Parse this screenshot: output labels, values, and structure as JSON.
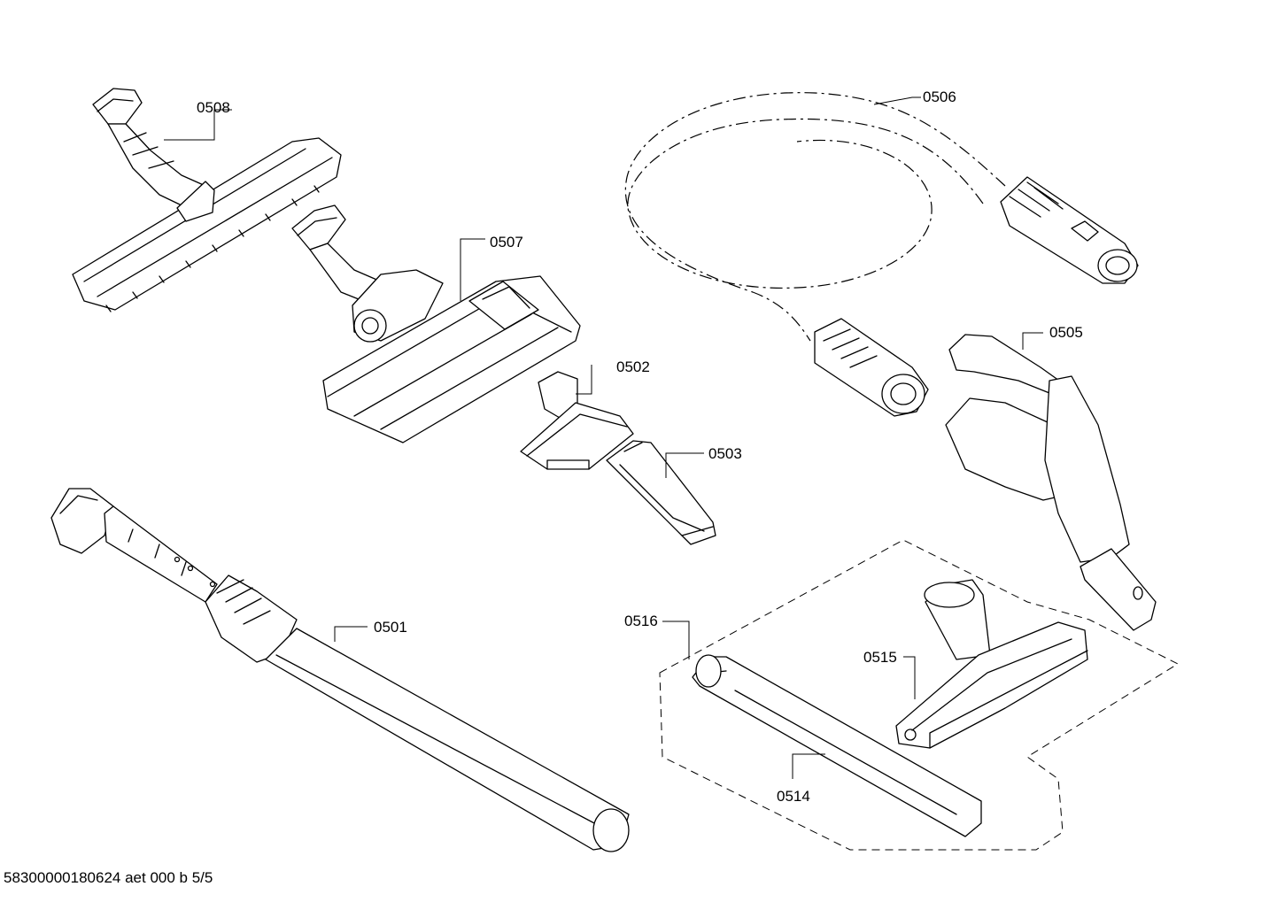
{
  "parts": [
    {
      "id": "0501"
    },
    {
      "id": "0502"
    },
    {
      "id": "0503"
    },
    {
      "id": "0505"
    },
    {
      "id": "0506"
    },
    {
      "id": "0507"
    },
    {
      "id": "0508"
    },
    {
      "id": "0514"
    },
    {
      "id": "0515"
    },
    {
      "id": "0516"
    }
  ],
  "footer": {
    "text": "58300000180624 aet 000 b 5/5"
  }
}
